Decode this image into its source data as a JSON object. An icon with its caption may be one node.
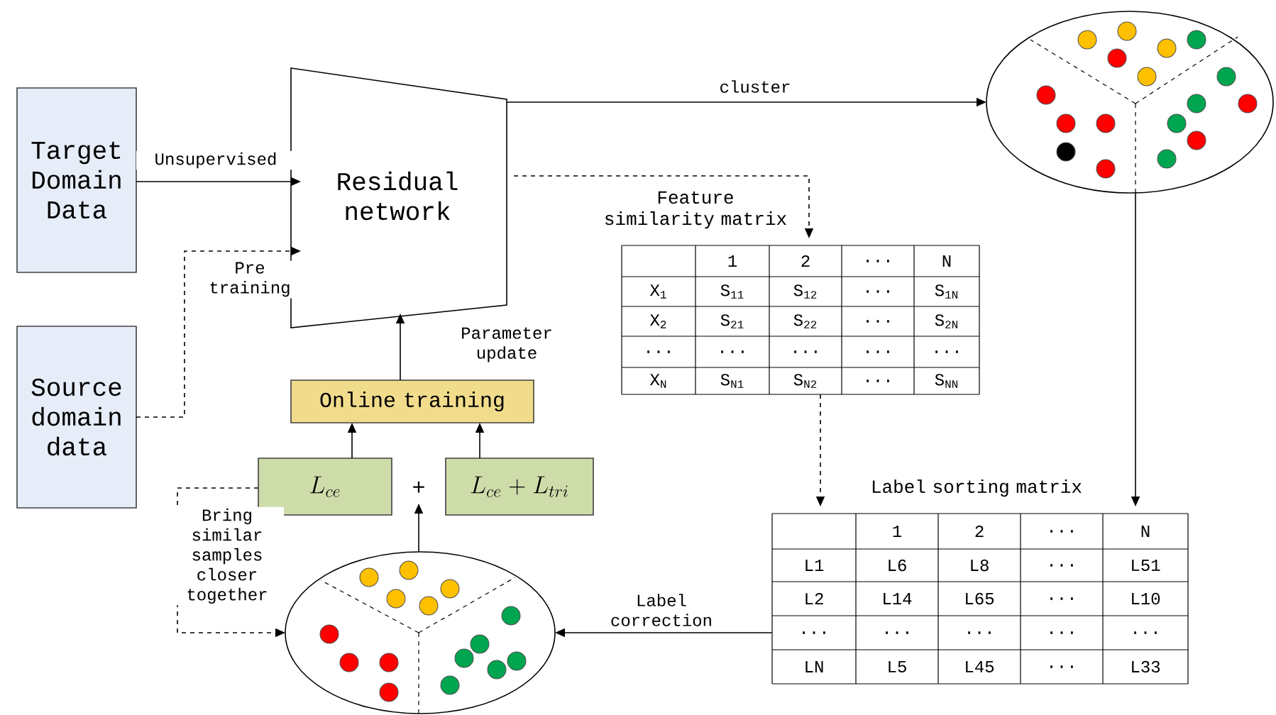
{
  "diagram": {
    "nodes": [
      {
        "text": [
          "Target Domain Data"
        ]
      },
      {
        "text": [
          "Source domain data"
        ]
      },
      {
        "text": [
          "Residual network"
        ]
      },
      {
        "text": [
          "Online training"
        ]
      },
      {
        "text": [
          "L_{ce}"
        ]
      },
      {
        "text": [
          "L_{ce}+L_{tri}"
        ]
      },
      {
        "text": [
          "Feature similarity matrix"
        ]
      },
      {
        "text": [
          "Label sorting matrix"
        ]
      },
      {
        "text": [],
        "shape": "ellipse"
      },
      {
        "text": [],
        "shape": "ellipse"
      },
      {
        "text": [
          "+"
        ]
      }
    ],
    "edges": [
      {
        "from": 0,
        "to": 2,
        "arrow": "to",
        "label": "Unsupervised"
      },
      {
        "from": 1,
        "to": 2,
        "arrow": "to",
        "style": "dashed",
        "label": "Pre training"
      },
      {
        "from": 2,
        "to": 8,
        "arrow": "to",
        "label": "cluster"
      },
      {
        "from": 2,
        "to": 6,
        "arrow": "to",
        "style": "dashed"
      },
      {
        "from": 3,
        "to": 2,
        "arrow": "to",
        "label": "Parameter update"
      },
      {
        "from": 4,
        "to": 3,
        "arrow": "to"
      },
      {
        "from": 5,
        "to": 3,
        "arrow": "to"
      },
      {
        "from": 9,
        "to": 10,
        "arrow": "to"
      },
      {
        "from": 4,
        "to": 9,
        "arrow": "to",
        "style": "dashed",
        "label": "Bring similar samples closer together"
      },
      {
        "from": 6,
        "to": 7,
        "arrow": "to",
        "style": "dashed"
      },
      {
        "from": 8,
        "to": 7,
        "arrow": "to"
      },
      {
        "from": 7,
        "to": 9,
        "arrow": "to",
        "label": "Label correction"
      }
    ],
    "labels": [
      "1",
      "2",
      "...",
      "N",
      "X$_{1}$",
      "S$_{11}$",
      "S$_{12}$",
      "...",
      "S$_{1N}$",
      "X$_{2}$",
      "S$_{21}$",
      "S$_{22}$",
      "...",
      "S$_{2N}$",
      "...",
      "...",
      "...",
      "...",
      "...",
      "X$_{N}$",
      "S$_{N1}$",
      "S$_{N2}$",
      "...",
      "S$_{NN}$",
      "1",
      "2",
      "...",
      "N",
      "L1",
      "L6",
      "L8",
      "...",
      "L51",
      "L2",
      "L14",
      "L65",
      "...",
      "L10",
      "...",
      "...",
      "...",
      "...",
      "...",
      "LN",
      "L5",
      "L45",
      "...",
      "L33"
    ]
  }
}
